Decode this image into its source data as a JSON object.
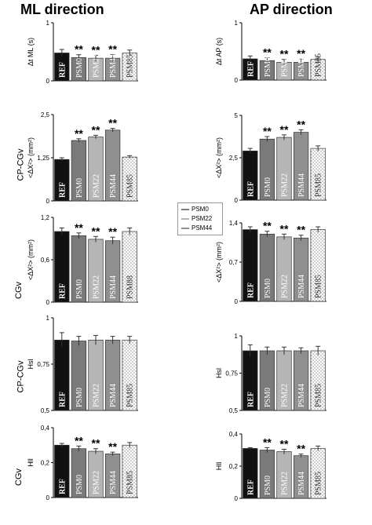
{
  "headers": {
    "ml": "ML direction",
    "ap": "AP direction"
  },
  "row_labels": [
    "CP-CGv",
    "CGv",
    "CP-CGv",
    "CGv"
  ],
  "legend": [
    {
      "label": "PSM0",
      "color": "#7a7a7a"
    },
    {
      "label": "PSM22",
      "color": "#b5b5b5"
    },
    {
      "label": "PSM44",
      "color": "#8f8f8f"
    }
  ],
  "chart_data": [
    {
      "type": "bar",
      "column": "ml",
      "row": 0,
      "ylabel": "Δt ML (s)",
      "yticks": [
        "0",
        "1"
      ],
      "ylim": [
        0,
        1
      ],
      "categories": [
        "REF",
        "PSM0",
        "PSM22",
        "PSM44",
        "PSM85"
      ],
      "values": [
        0.48,
        0.4,
        0.39,
        0.39,
        0.48
      ],
      "errors": [
        0.06,
        0.05,
        0.05,
        0.06,
        0.05
      ],
      "significant": [
        false,
        true,
        true,
        true,
        false
      ]
    },
    {
      "type": "bar",
      "column": "ap",
      "row": 0,
      "ylabel": "Δt AP (s)",
      "yticks": [
        "0",
        "1"
      ],
      "ylim": [
        0,
        1
      ],
      "categories": [
        "REF",
        "PSM0",
        "PSM22",
        "PSM44",
        "PSM85"
      ],
      "values": [
        0.37,
        0.34,
        0.31,
        0.31,
        0.36
      ],
      "errors": [
        0.05,
        0.05,
        0.05,
        0.06,
        0.05
      ],
      "significant": [
        false,
        true,
        true,
        true,
        false
      ]
    },
    {
      "type": "bar",
      "column": "ml",
      "row": 1,
      "ylabel": "<ΔX²> (mm²)",
      "yticks": [
        "0",
        "1,25",
        "2,5"
      ],
      "ylim": [
        0,
        2.5
      ],
      "categories": [
        "REF",
        "PSM0",
        "PSM22",
        "PSM44",
        "PSM85"
      ],
      "values": [
        1.2,
        1.75,
        1.85,
        2.05,
        1.27
      ],
      "errors": [
        0.05,
        0.05,
        0.05,
        0.05,
        0.04
      ],
      "significant": [
        false,
        true,
        true,
        true,
        false
      ]
    },
    {
      "type": "bar",
      "column": "ap",
      "row": 1,
      "ylabel": "<ΔX²> (mm²)",
      "yticks": [
        "0",
        "2,5",
        "5"
      ],
      "ylim": [
        0,
        5
      ],
      "categories": [
        "REF",
        "PSM0",
        "PSM22",
        "PSM44",
        "PSM85"
      ],
      "values": [
        2.9,
        3.6,
        3.7,
        4.0,
        3.05
      ],
      "errors": [
        0.15,
        0.15,
        0.15,
        0.15,
        0.15
      ],
      "significant": [
        false,
        true,
        true,
        true,
        false
      ]
    },
    {
      "type": "bar",
      "column": "ml",
      "row": 2,
      "ylabel": "<ΔX²> (mm²)",
      "yticks": [
        "0",
        "0,6",
        "1,2"
      ],
      "ylim": [
        0,
        1.2
      ],
      "categories": [
        "REF",
        "PSM0",
        "PSM22",
        "PSM44",
        "PSM88"
      ],
      "values": [
        1.0,
        0.94,
        0.89,
        0.87,
        1.0
      ],
      "errors": [
        0.05,
        0.04,
        0.04,
        0.05,
        0.05
      ],
      "significant": [
        false,
        true,
        true,
        true,
        false
      ]
    },
    {
      "type": "bar",
      "column": "ap",
      "row": 2,
      "ylabel": "<ΔX²> (mm²)",
      "yticks": [
        "0",
        "0,7",
        "1,4"
      ],
      "ylim": [
        0,
        1.4
      ],
      "categories": [
        "REF",
        "PSM0",
        "PSM22",
        "PSM44",
        "PSM85"
      ],
      "values": [
        1.28,
        1.2,
        1.15,
        1.13,
        1.28
      ],
      "errors": [
        0.05,
        0.05,
        0.05,
        0.05,
        0.05
      ],
      "significant": [
        false,
        true,
        true,
        true,
        false
      ]
    },
    {
      "type": "bar",
      "column": "ml",
      "row": 3,
      "ylabel": "Hsl",
      "yticks": [
        "0,5",
        "0,75",
        "1"
      ],
      "ylim": [
        0.5,
        1
      ],
      "categories": [
        "REF",
        "PSM0",
        "PSM22",
        "PSM44",
        "PSM85"
      ],
      "values": [
        0.88,
        0.875,
        0.88,
        0.88,
        0.88
      ],
      "errors": [
        0.04,
        0.025,
        0.025,
        0.02,
        0.02
      ],
      "significant": [
        false,
        false,
        false,
        false,
        false
      ]
    },
    {
      "type": "bar",
      "column": "ap",
      "row": 3,
      "ylabel": "Hsl",
      "yticks": [
        "0,5",
        "0,75",
        "1"
      ],
      "ylim": [
        0.5,
        1
      ],
      "categories": [
        "REF",
        "PSM0",
        "PSM22",
        "PSM44",
        "PSM85"
      ],
      "values": [
        0.9,
        0.9,
        0.9,
        0.9,
        0.9
      ],
      "errors": [
        0.04,
        0.025,
        0.025,
        0.02,
        0.03
      ],
      "significant": [
        false,
        false,
        false,
        false,
        false
      ]
    },
    {
      "type": "bar",
      "column": "ml",
      "row": 4,
      "ylabel": "Hll",
      "yticks": [
        "0",
        "0,2",
        "0,4"
      ],
      "ylim": [
        0,
        0.4
      ],
      "categories": [
        "REF",
        "PSM0",
        "PSM22",
        "PSM44",
        "PSM85"
      ],
      "values": [
        0.3,
        0.28,
        0.265,
        0.25,
        0.3
      ],
      "errors": [
        0.01,
        0.015,
        0.015,
        0.01,
        0.015
      ],
      "significant": [
        false,
        true,
        true,
        true,
        false
      ]
    },
    {
      "type": "bar",
      "column": "ap",
      "row": 4,
      "ylabel": "Hll",
      "yticks": [
        "0",
        "0,2",
        "0,4"
      ],
      "ylim": [
        0,
        0.4
      ],
      "categories": [
        "REF",
        "PSM0",
        "PSM22",
        "PSM44",
        "PSM85"
      ],
      "values": [
        0.31,
        0.3,
        0.29,
        0.265,
        0.31
      ],
      "errors": [
        0.005,
        0.015,
        0.015,
        0.01,
        0.015
      ],
      "significant": [
        false,
        true,
        true,
        true,
        false
      ]
    }
  ]
}
